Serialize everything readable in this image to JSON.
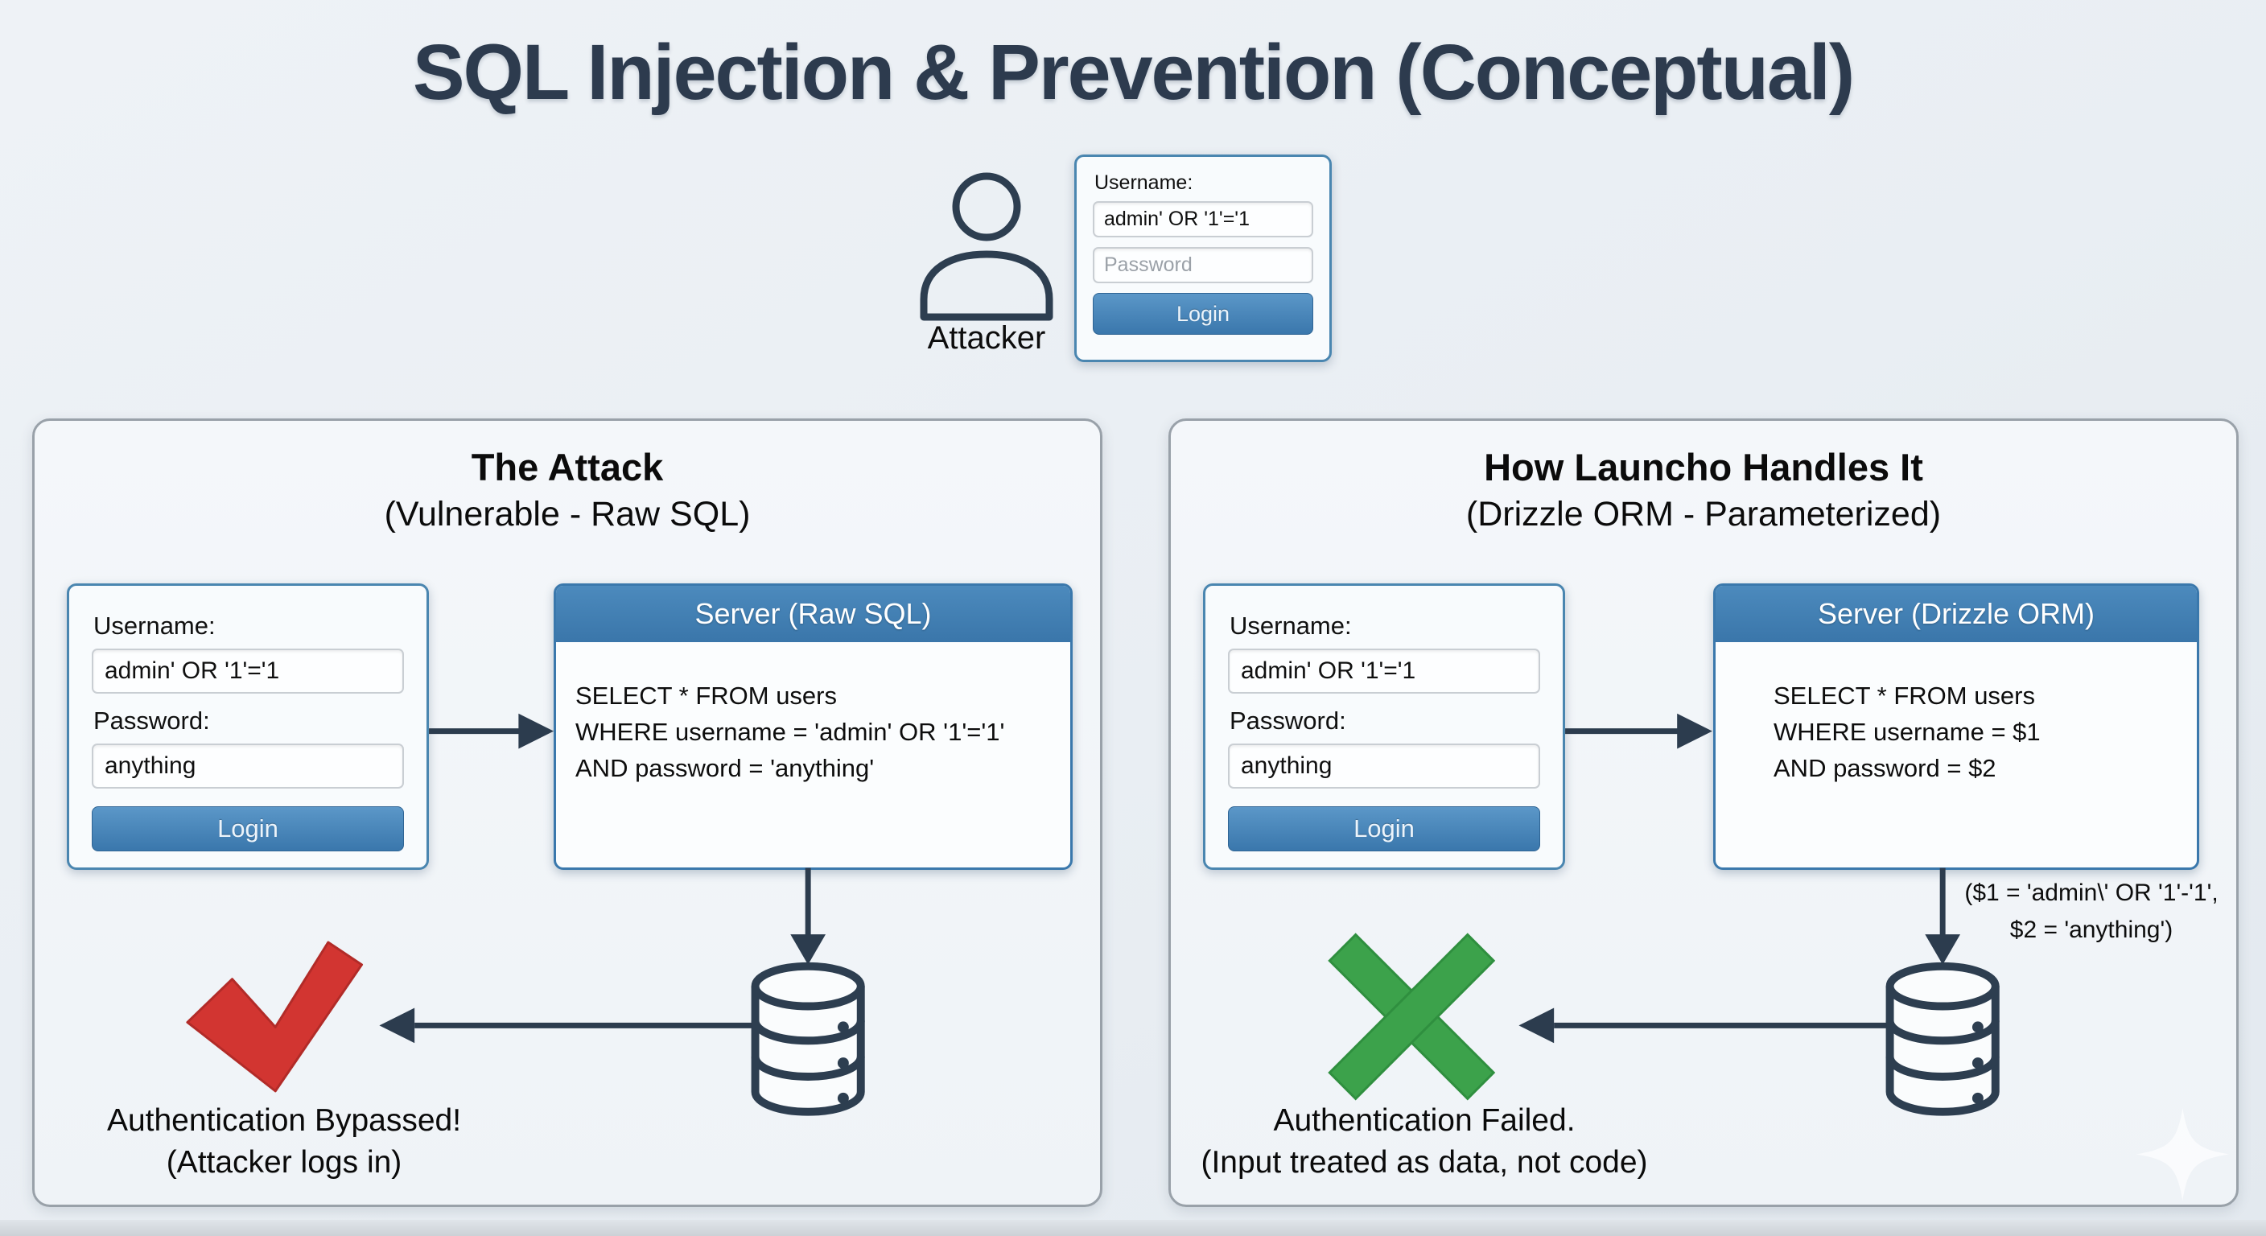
{
  "title": "SQL Injection & Prevention (Conceptual)",
  "attacker": {
    "label": "Attacker",
    "form": {
      "username_label": "Username:",
      "username_value": "admin' OR '1'='1",
      "password_placeholder": "Password",
      "login_label": "Login"
    }
  },
  "panels": {
    "attack": {
      "title": "The Attack",
      "subtitle": "(Vulnerable - Raw SQL)",
      "form": {
        "username_label": "Username:",
        "username_value": "admin' OR '1'='1",
        "password_label": "Password:",
        "password_value": "anything",
        "login_label": "Login"
      },
      "server": {
        "title": "Server (Raw SQL)",
        "sql_lines": [
          "SELECT * FROM users",
          "WHERE username = 'admin' OR '1'='1'",
          "AND password = 'anything'"
        ]
      },
      "result": {
        "line1": "Authentication Bypassed!",
        "line2": "(Attacker logs in)"
      }
    },
    "prevention": {
      "title": "How Launcho Handles It",
      "subtitle": "(Drizzle ORM - Parameterized)",
      "form": {
        "username_label": "Username:",
        "username_value": "admin' OR '1'='1",
        "password_label": "Password:",
        "password_value": "anything",
        "login_label": "Login"
      },
      "server": {
        "title": "Server (Drizzle ORM)",
        "sql_lines": [
          "SELECT * FROM users",
          "WHERE username = $1",
          "AND password = $2"
        ]
      },
      "annotation": {
        "line1": "($1 = 'admin\\' OR '1'-'1',",
        "line2": "$2 = 'anything')"
      },
      "result": {
        "line1": "Authentication Failed.",
        "line2": "(Input treated as data, not code)"
      }
    }
  },
  "colors": {
    "accent_blue": "#3f7fb4",
    "arrow_dark": "#2c3c4e",
    "check_red": "#d23531",
    "cross_green": "#3ca24b",
    "title_slate": "#2d3b4e"
  }
}
